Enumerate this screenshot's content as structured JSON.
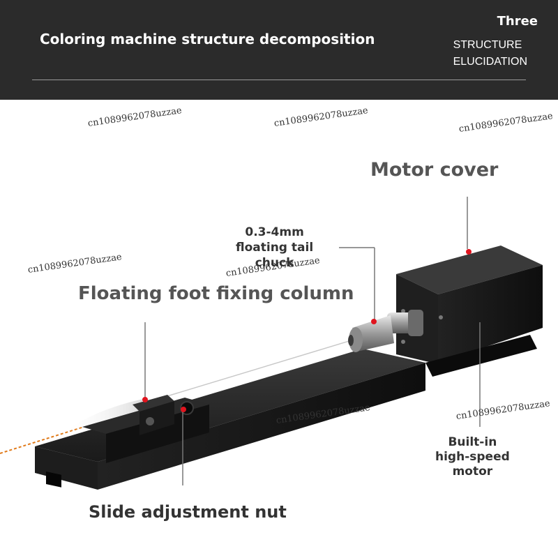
{
  "header": {
    "title": "Coloring machine structure decomposition",
    "section_number": "Three",
    "subtitle_line1": "STRUCTURE",
    "subtitle_line2": "ELUCIDATION"
  },
  "labels": {
    "motor_cover": "Motor cover",
    "tail_chuck_line1": "0.3-4mm",
    "tail_chuck_line2": "floating tail",
    "tail_chuck_line3": "chuck",
    "foot_column": "Floating foot fixing column",
    "motor_line1": "Built-in",
    "motor_line2": "high-speed",
    "motor_line3": "motor",
    "adjust_nut": "Slide adjustment nut"
  },
  "watermark": "cn1089962078uzzae",
  "colors": {
    "header_bg": "#2b2b2b",
    "marker_red": "#e0141e",
    "body_black": "#151515"
  }
}
